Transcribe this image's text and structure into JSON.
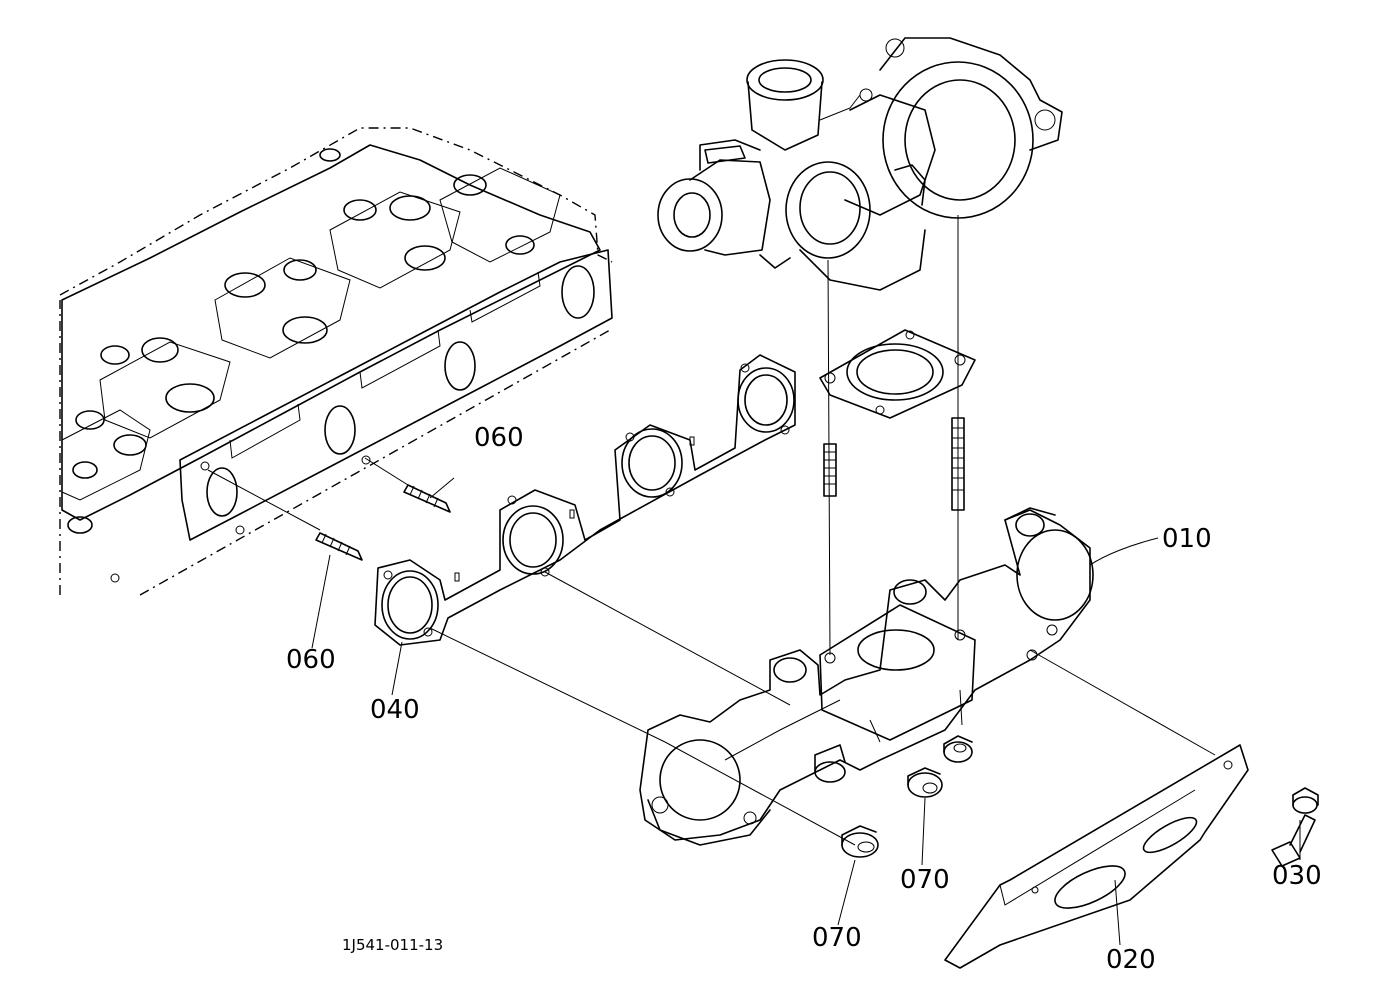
{
  "figure_id": "1J541-011-13",
  "callouts": {
    "c010": "010",
    "c020": "020",
    "c030": "030",
    "c040": "040",
    "c060_upper": "060",
    "c060_lower": "060",
    "c070_left": "070",
    "c070_right": "070"
  }
}
